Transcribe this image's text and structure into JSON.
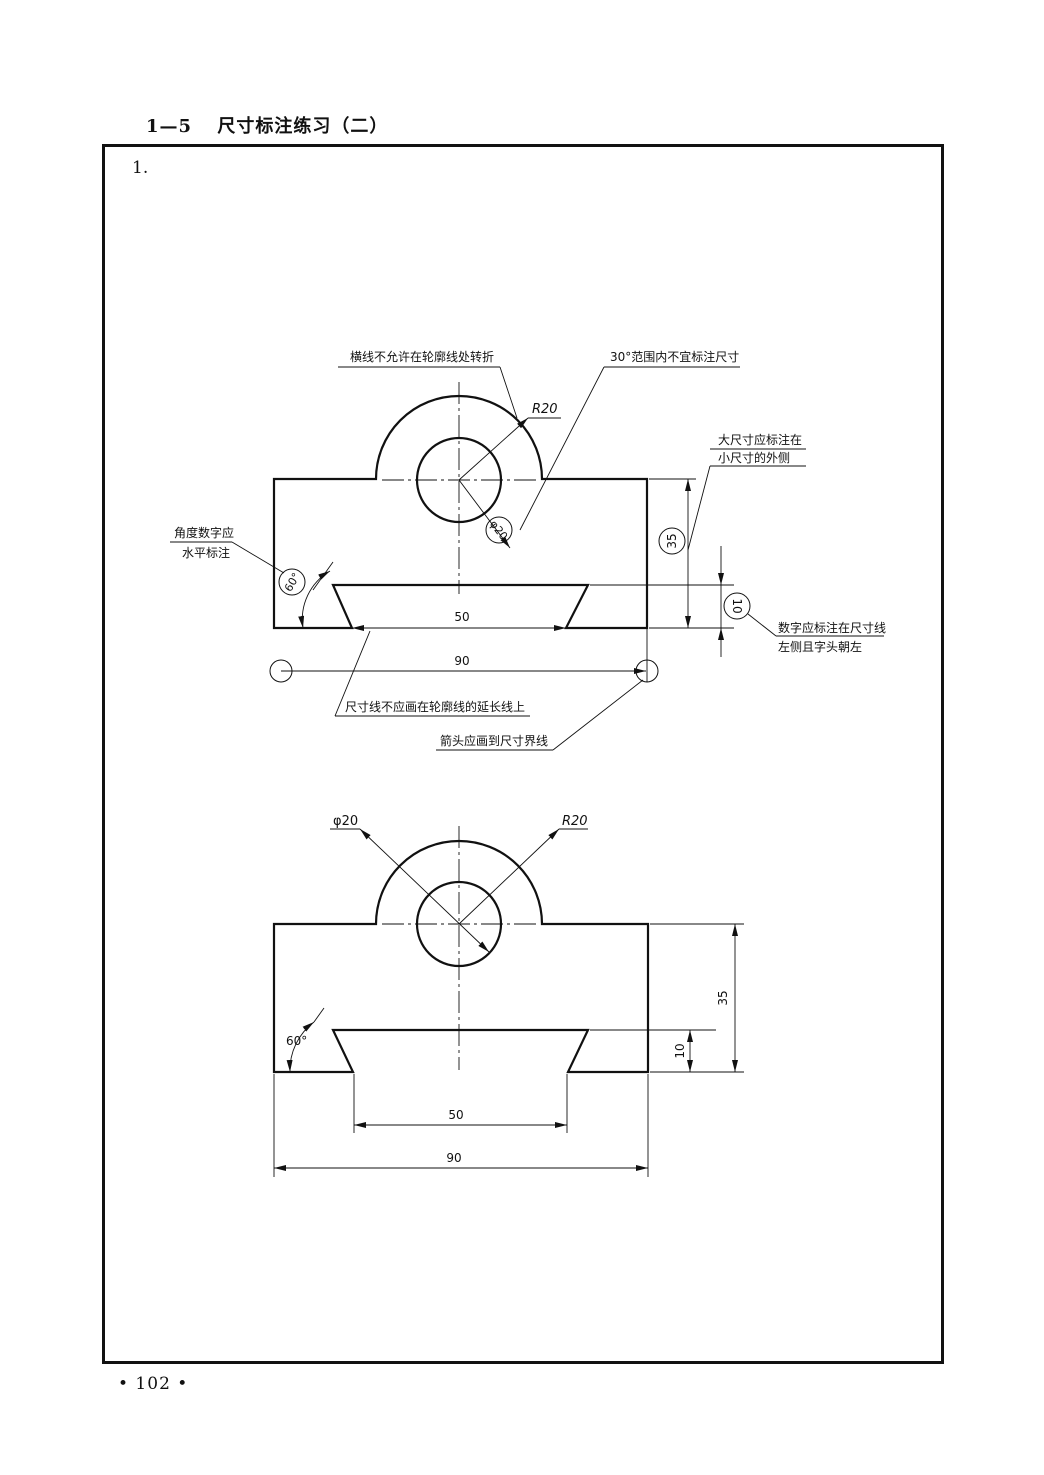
{
  "page": {
    "section_number": "1—5",
    "section_title": "尺寸标注练习（二）",
    "item_label": "1.",
    "page_number": "• 102 •"
  },
  "figure_wrong": {
    "notes": {
      "leader_no_bend": "横线不允许在轮廓线处转折",
      "no_dim_30deg": "30°范围内不宜标注尺寸",
      "big_outside_1": "大尺寸应标注在",
      "big_outside_2": "小尺寸的外侧",
      "angle_horizontal_1": "角度数字应",
      "angle_horizontal_2": "水平标注",
      "text_left_1": "数字应标注在尺寸线",
      "text_left_2": "左侧且字头朝左",
      "dimline_not_extension": "尺寸线不应画在轮廓线的延长线上",
      "arrow_to_extension": "箭头应画到尺寸界线"
    },
    "dims": {
      "r20": "R20",
      "phi20": "φ20",
      "d35": "35",
      "d10": "10",
      "a60": "60°",
      "d50": "50",
      "d90": "90"
    }
  },
  "figure_correct": {
    "dims": {
      "phi20": "φ20",
      "r20": "R20",
      "d35": "35",
      "d10": "10",
      "a60": "60°",
      "d50": "50",
      "d90": "90"
    }
  }
}
